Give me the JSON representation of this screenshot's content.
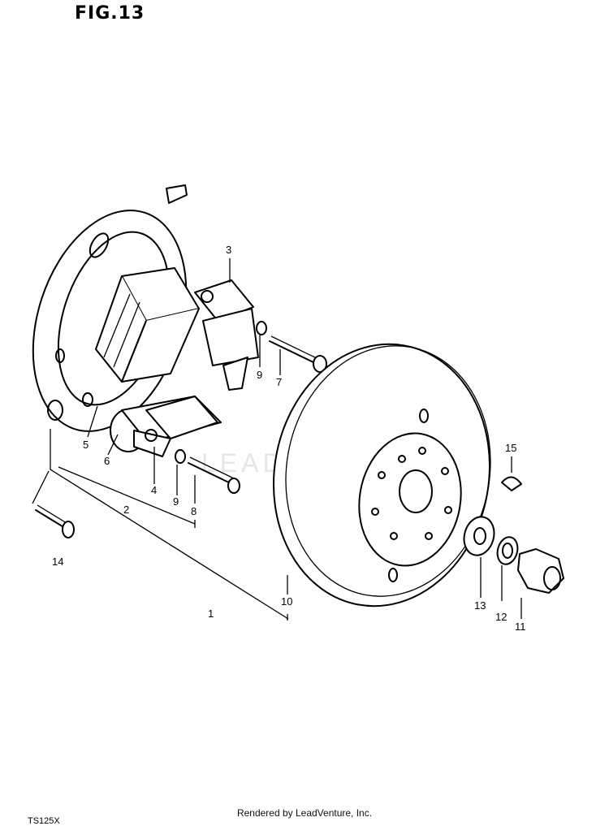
{
  "figure": {
    "title": "FIG.13"
  },
  "callouts": {
    "c1": "1",
    "c2": "2",
    "c3": "3",
    "c4": "4",
    "c5": "5",
    "c6": "6",
    "c7": "7",
    "c8": "8",
    "c9a": "9",
    "c9b": "9",
    "c10": "10",
    "c11": "11",
    "c12": "12",
    "c13": "13",
    "c14": "14",
    "c15": "15"
  },
  "watermark": "LEADVENTURE",
  "footer": {
    "credit": "Rendered by LeadVenture, Inc.",
    "code": "TS125X"
  }
}
